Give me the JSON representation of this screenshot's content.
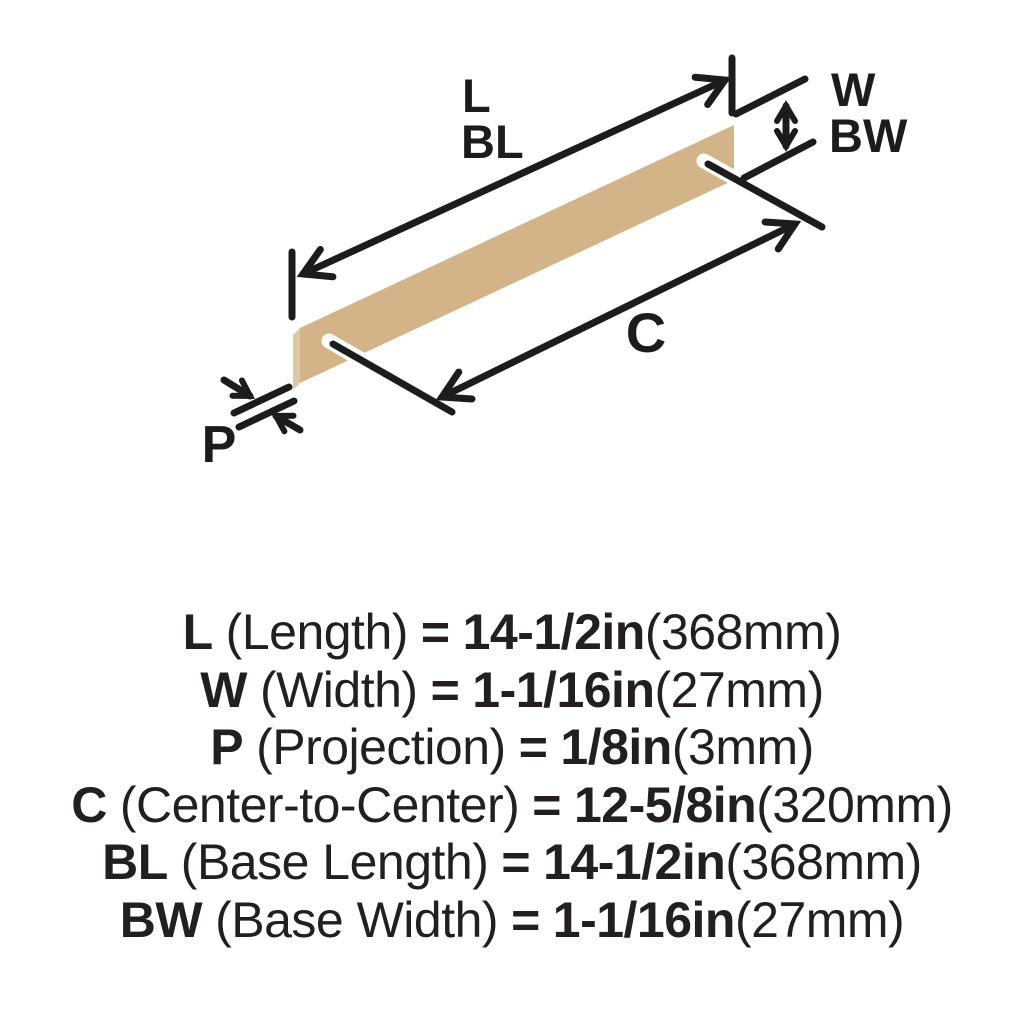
{
  "diagram": {
    "line_color": "#1c1c1c",
    "halo_color": "#ffffff",
    "bar_face_color": "#d3b488",
    "bar_end_color": "#ddc8a2",
    "labels": {
      "length": "L",
      "base_length": "BL",
      "width": "W",
      "base_width": "BW",
      "center_to_center": "C",
      "projection": "P"
    }
  },
  "specs": [
    {
      "symbol": "L",
      "name": "(Length)",
      "eq": "=",
      "imperial": "14-1/2in",
      "metric": "(368mm)"
    },
    {
      "symbol": "W",
      "name": "(Width)",
      "eq": "=",
      "imperial": "1-1/16in",
      "metric": "(27mm)"
    },
    {
      "symbol": "P",
      "name": "(Projection)",
      "eq": "=",
      "imperial": "1/8in",
      "metric": "(3mm)"
    },
    {
      "symbol": "C",
      "name": "(Center-to-Center)",
      "eq": "=",
      "imperial": "12-5/8in",
      "metric": "(320mm)"
    },
    {
      "symbol": "BL",
      "name": "(Base Length)",
      "eq": "=",
      "imperial": "14-1/2in",
      "metric": "(368mm)"
    },
    {
      "symbol": "BW",
      "name": "(Base Width)",
      "eq": "=",
      "imperial": "1-1/16in",
      "metric": "(27mm)"
    }
  ]
}
